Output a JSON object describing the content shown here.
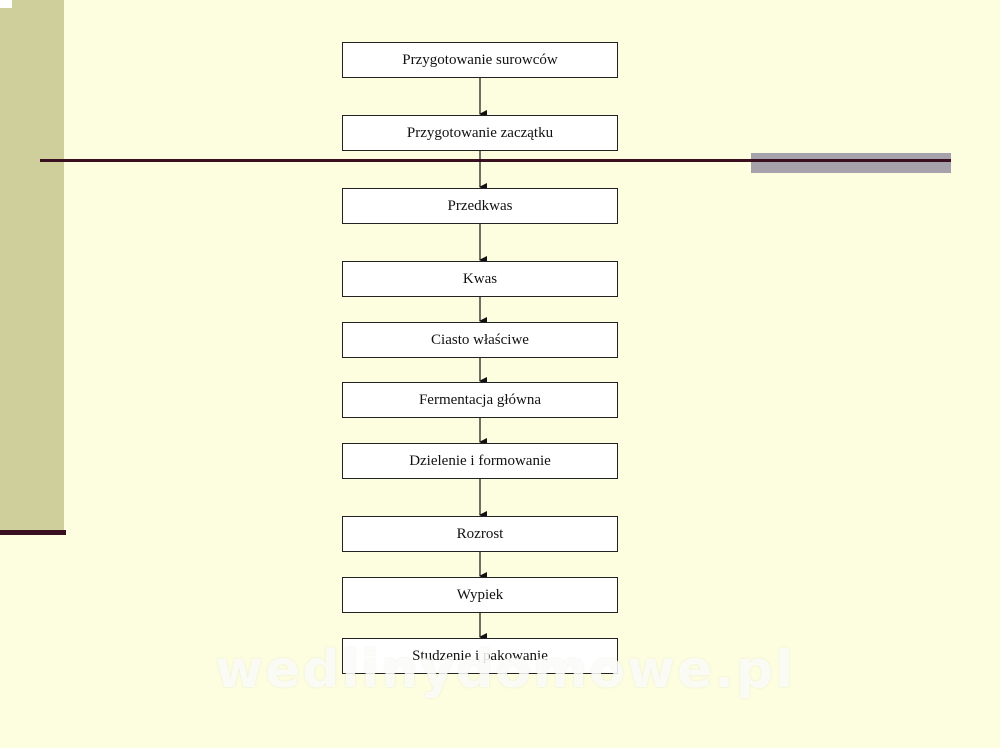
{
  "diagram": {
    "steps": [
      "Przygotowanie surowców",
      "Przygotowanie zaczątku",
      "Przedkwas",
      "Kwas",
      "Ciasto właściwe",
      "Fermentacja główna",
      "Dzielenie i formowanie",
      "Rozrost",
      "Wypiek",
      "Studzenie i pakowanie"
    ]
  },
  "watermark": {
    "text": "wedlinydomowe.pl"
  },
  "colors": {
    "background": "#fdfde0",
    "side_band": "#cfcf9c",
    "rule_line": "#3a1020",
    "accent_bar": "#a6a2ab"
  }
}
